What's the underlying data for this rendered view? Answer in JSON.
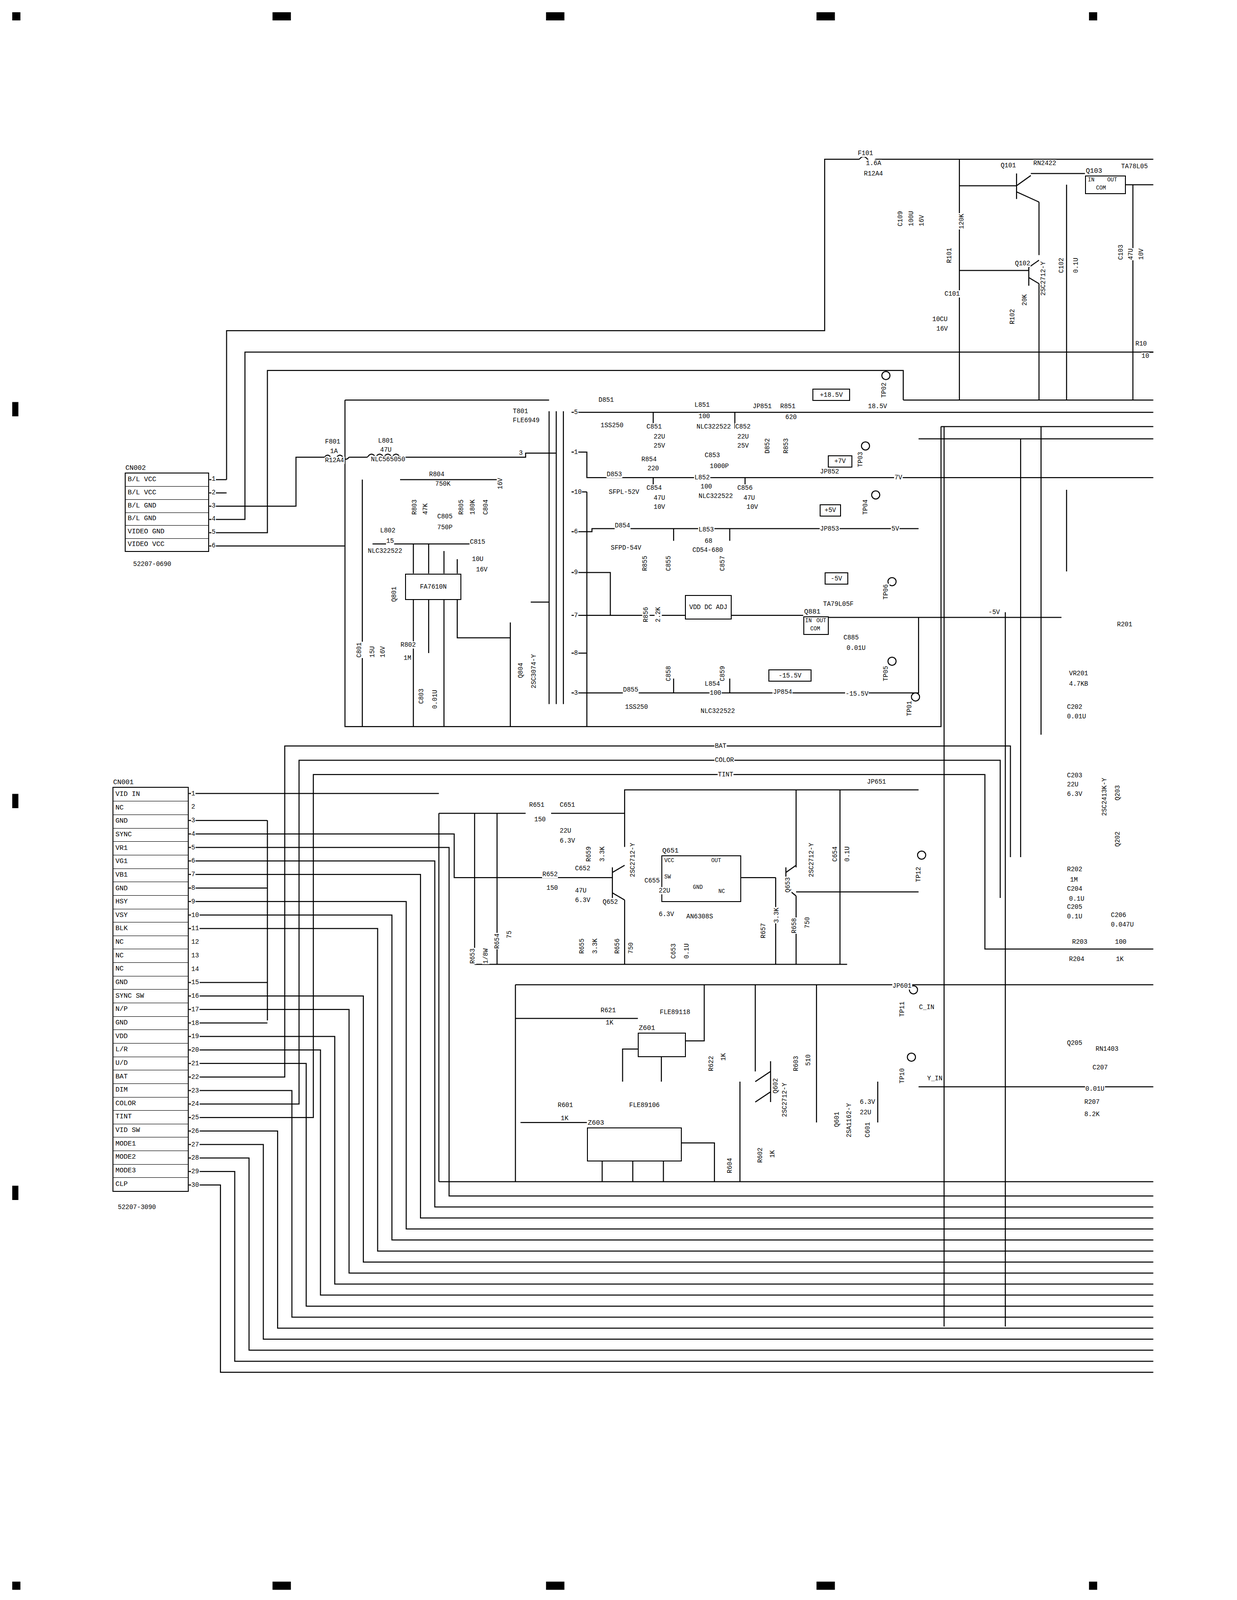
{
  "diagram": {
    "nodes": [
      {
        "text": [
          "CN002",
          "B/L VCC",
          "B/L VCC",
          "B/L GND",
          "B/L GND",
          "VIDEO GND",
          "VIDEO VCC"
        ]
      },
      {
        "text": [
          "CN001",
          "VID IN",
          "NC",
          "GND",
          "SYNC",
          "VR1",
          "VG1",
          "VB1",
          "GND",
          "HSY",
          "VSY",
          "BLK",
          "NC",
          "NC",
          "NC",
          "GND",
          "SYNC SW",
          "N/P",
          "GND",
          "VDD",
          "L/R",
          "U/D",
          "BAT",
          "DIM",
          "COLOR",
          "TINT",
          "VID SW",
          "MODE1",
          "MODE2",
          "MODE3",
          "CLP"
        ]
      },
      {
        "text": [
          "FA7610N"
        ]
      },
      {
        "text": [
          "Q651",
          "VCC",
          "OUT",
          "SW",
          "GND",
          "NC"
        ]
      },
      {
        "text": [
          "Z601"
        ]
      },
      {
        "text": [
          "Z603"
        ]
      },
      {
        "text": [
          "Q881",
          "IN",
          "OUT",
          "COM"
        ]
      },
      {
        "text": [
          "Q103",
          "IN",
          "OUT",
          "COM"
        ]
      },
      {
        "text": [
          "+18.5V"
        ]
      },
      {
        "text": [
          "+7V"
        ]
      },
      {
        "text": [
          "+5V"
        ]
      },
      {
        "text": [
          "-5V"
        ]
      },
      {
        "text": [
          "VDD DC ADJ"
        ]
      },
      {
        "text": [
          "-15.5V"
        ]
      }
    ],
    "labels": [
      "F101",
      "1.6A",
      "R12A4",
      "Q101",
      "RN2422",
      "TA78L05",
      "C109",
      "100U",
      "16V",
      "R101",
      "120K",
      "Q102",
      "2SC2712-Y",
      "C102",
      "0.1U",
      "C103",
      "47U",
      "10V",
      "C101",
      "10CU",
      "16V",
      "R102",
      "20K",
      "R10",
      "10",
      "F801",
      "1A",
      "R12A4",
      "L801",
      "47U",
      "NLC565050",
      "R804",
      "750K",
      "R803",
      "47K",
      "R805",
      "180K",
      "C804",
      "C805",
      "750P",
      "L802",
      "15",
      "NLC322522",
      "C815",
      "10U",
      "16V",
      "16V",
      "3",
      "Q801",
      "C801",
      "15U",
      "16V",
      "R802",
      "1M",
      "C803",
      "0.01U",
      "Q804",
      "2SC3074-Y",
      "T801",
      "FLE6949",
      "5",
      "1",
      "10",
      "6",
      "9",
      "7",
      "8",
      "3",
      "D851",
      "1SS250",
      "L851",
      "100",
      "NLC322522",
      "JP851",
      "R851",
      "620",
      "C851",
      "22U",
      "25V",
      "C852",
      "22U",
      "25V",
      "D852",
      "R853",
      "18.5V",
      "TP02",
      "R854",
      "220",
      "D853",
      "SFPL-52V",
      "C853",
      "1000P",
      "L852",
      "100",
      "NLC322522",
      "C854",
      "47U",
      "10V",
      "C856",
      "47U",
      "10V",
      "JP852",
      "7V",
      "TP03",
      "D854",
      "SFPD-54V",
      "L853",
      "68",
      "CD54-680",
      "R855",
      "C855",
      "C857",
      "JP853",
      "5V",
      "TP04",
      "R856",
      "2.2K",
      "TA79L05F",
      "C885",
      "0.01U",
      "-5V",
      "TP06",
      "C858",
      "C859",
      "D855",
      "1SS250",
      "L854",
      "100",
      "NLC322522",
      "JP854",
      "-15.5V",
      "TP05",
      "TP01",
      "BAT",
      "COLOR",
      "TINT",
      "JP651",
      "R651",
      "150",
      "C651",
      "22U",
      "6.3V",
      "R659",
      "3.3K",
      "Q652",
      "2SC2712-Y",
      "R652",
      "150",
      "C652",
      "47U",
      "6.3V",
      "C655",
      "22U",
      "6.3V",
      "AN6308S",
      "R655",
      "3.3K",
      "R656",
      "750",
      "C653",
      "0.1U",
      "R657",
      "3.3K",
      "R658",
      "750",
      "Q653",
      "2SC2712-Y",
      "C654",
      "0.1U",
      "TP12",
      "R653",
      "1/8W",
      "R654",
      "75",
      "JP601",
      "TP11",
      "C_IN",
      "R621",
      "1K",
      "FLE89118",
      "R622",
      "1K",
      "Q602",
      "2SC2712-Y",
      "R603",
      "510",
      "TP10",
      "Y_IN",
      "Q601",
      "2SA1162-Y",
      "C601",
      "6.3V",
      "22U",
      "R601",
      "1K",
      "FLE89106",
      "R604",
      "R602",
      "1K",
      "52207-0690",
      "52207-3090",
      "R201",
      "VR201",
      "4.7KB",
      "C202",
      "0.01U",
      "C203",
      "22U",
      "6.3V",
      "Q203",
      "2SC2413K-Y",
      "Q202",
      "R202",
      "1M",
      "C204",
      "0.1U",
      "C205",
      "0.1U",
      "C206",
      "0.047U",
      "R203",
      "100",
      "R204",
      "1K",
      "Q205",
      "RN1403",
      "C207",
      "0.01U",
      "R207",
      "8.2K",
      "1",
      "2",
      "3",
      "4",
      "5",
      "6",
      "1",
      "2",
      "3",
      "4",
      "5",
      "6",
      "7",
      "8",
      "9",
      "10",
      "11",
      "12",
      "13",
      "14",
      "15",
      "16",
      "17",
      "18",
      "19",
      "20",
      "21",
      "22",
      "23",
      "24",
      "25",
      "26",
      "27",
      "28",
      "29",
      "30"
    ]
  }
}
